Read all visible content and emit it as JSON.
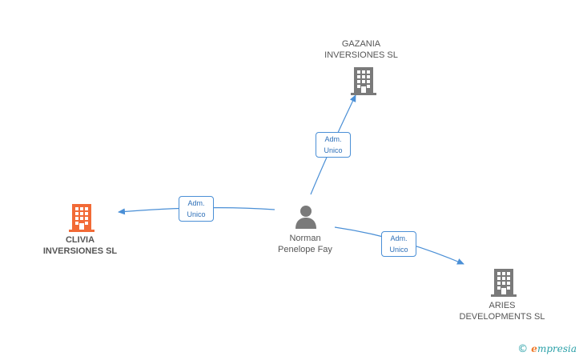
{
  "center": {
    "name_line1": "Norman",
    "name_line2": "Penelope Fay"
  },
  "companies": {
    "gazania": {
      "line1": "GAZANIA",
      "line2": "INVERSIONES SL",
      "color": "#7a7a7a"
    },
    "clivia": {
      "line1": "CLIVIA",
      "line2": "INVERSIONES SL",
      "color": "#f26a36"
    },
    "aries": {
      "line1": "ARIES",
      "line2": "DEVELOPMENTS SL",
      "color": "#7a7a7a"
    }
  },
  "relations": {
    "gazania": {
      "line1": "Adm.",
      "line2": "Unico"
    },
    "clivia": {
      "line1": "Adm.",
      "line2": "Unico"
    },
    "aries": {
      "line1": "Adm.",
      "line2": "Unico"
    }
  },
  "brand": {
    "copyright": "©",
    "first_letter": "e",
    "rest": "mpresia"
  },
  "colors": {
    "edge": "#4a8fd6",
    "person": "#7a7a7a"
  }
}
